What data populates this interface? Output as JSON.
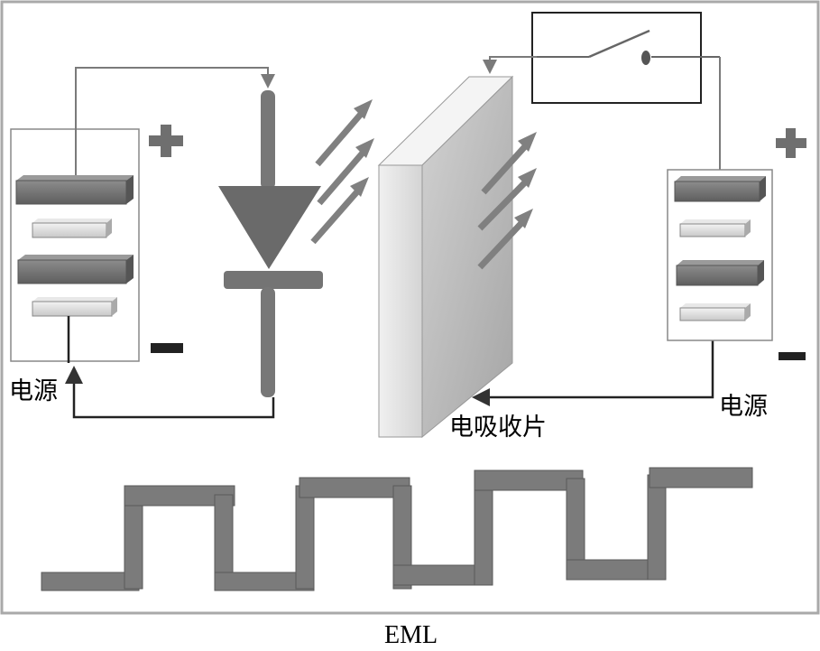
{
  "labels": {
    "left_power": "电源",
    "right_power": "电源",
    "absorber": "电吸收片",
    "caption": "EML"
  },
  "symbols": {
    "plus": "plus-sign",
    "minus": "minus-sign"
  },
  "colors": {
    "frame": "#a9a9a9",
    "dark_plate": "#6f6f6f",
    "light_plate": "#d9d9d9",
    "wire": "#7a7a7a",
    "diode": "#707070",
    "arrow": "#808080",
    "absorber_front": "#e4e4e4",
    "absorber_face": "#bdbdbd",
    "waveform": "#7b7b7b"
  }
}
